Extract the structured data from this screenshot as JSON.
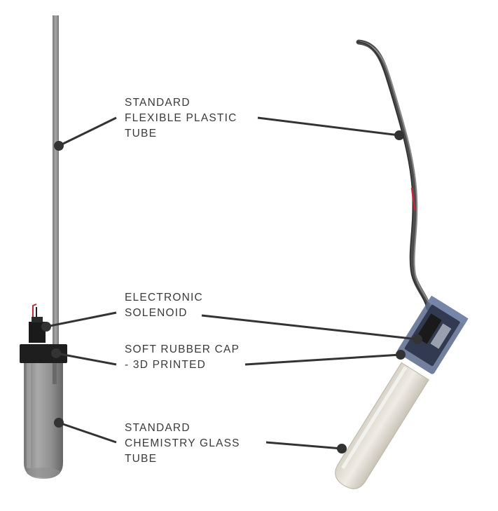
{
  "labels": {
    "tube": {
      "line1": "STANDARD",
      "line2": "FLEXIBLE PLASTIC",
      "line3": "TUBE"
    },
    "solenoid": {
      "line1": "ELECTRONIC",
      "line2": "SOLENOID"
    },
    "cap": {
      "line1": "SOFT RUBBER CAP",
      "line2": "- 3D PRINTED"
    },
    "glass": {
      "line1": "STANDARD",
      "line2": "CHEMISTRY GLASS",
      "line3": "TUBE"
    }
  },
  "colors": {
    "text": "#3a3a3a",
    "leader": "#333333",
    "rod": "#8a8a8a",
    "glass": "#9a9a9a",
    "cap": "#1e1e1e",
    "solenoid_housing": "#4a5a7a",
    "cable": "#555555",
    "wire_red": "#c0283c"
  }
}
